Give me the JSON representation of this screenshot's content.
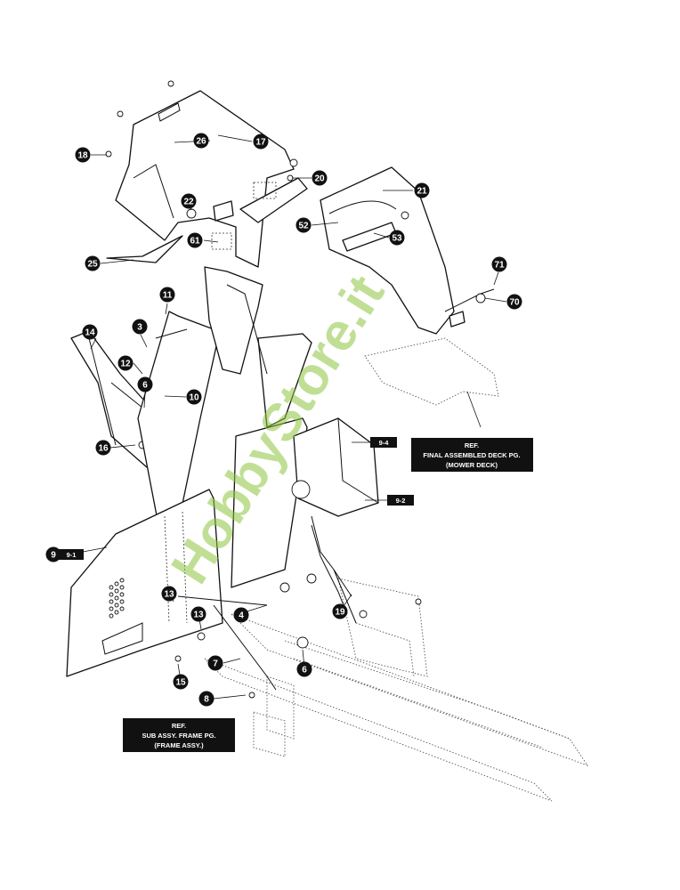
{
  "callouts": [
    "26",
    "17",
    "18",
    "20",
    "21",
    "22",
    "52",
    "53",
    "61",
    "25",
    "71",
    "70",
    "11",
    "3",
    "14",
    "12",
    "6",
    "10",
    "16",
    "9",
    "13",
    "4",
    "13",
    "19",
    "7",
    "6",
    "15",
    "8"
  ],
  "tags": [
    "9-4",
    "9-2",
    "9-1"
  ],
  "ref_deck": {
    "line1": "REF.",
    "line2": "FINAL ASSEMBLED DECK PG.",
    "line3": "(MOWER DECK)"
  },
  "ref_frame": {
    "line1": "REF.",
    "line2": "SUB ASSY. FRAME PG.",
    "line3": "(FRAME ASSY.)"
  },
  "watermark": "HobbyStore.it",
  "colors": {
    "ink": "#111111",
    "watermark": "#8dc63f",
    "background": "#ffffff"
  }
}
